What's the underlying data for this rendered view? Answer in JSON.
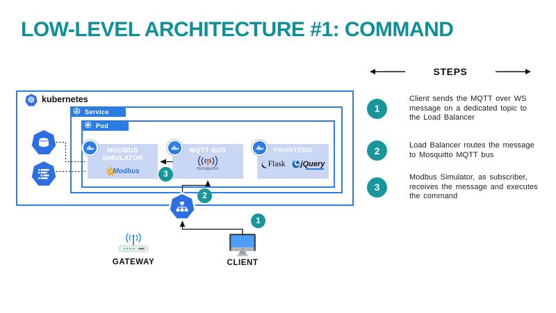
{
  "title": "LOW-LEVEL ARCHITECTURE #1: COMMAND",
  "colors": {
    "title_teal": "#0E9196",
    "step_teal": "#17969C",
    "border_blue": "#2B7DE3",
    "component_fill": "#C9D6F4",
    "kubernetes_blue": "#326CE5",
    "mosquitto_navy": "#3A4A6B",
    "mosquitto_orange": "#E87722",
    "modbus_text_blue": "#2E7BD6"
  },
  "diagram": {
    "cluster_label": "kubernetes",
    "service_label": "Service",
    "pod_label": "Pod",
    "containers": [
      {
        "title": "MODBUS SIMULATOR",
        "logo_text": "Modbus",
        "icon": "docker-whale-icon"
      },
      {
        "title": "MQTT BUS",
        "logo_text": "mosquitto",
        "icon": "docker-whale-icon"
      },
      {
        "title": "FRONTEND",
        "logo_texts": [
          "Flask",
          "jQuery"
        ],
        "icon": "docker-whale-icon"
      }
    ],
    "left_icons": [
      "database-heptagon-icon",
      "config-list-heptagon-icon"
    ],
    "load_balancer_icon": "load-balancer-heptagon-icon",
    "badges": [
      "1",
      "2",
      "3"
    ],
    "gateway_label": "GATEWAY",
    "client_label": "CLIENT"
  },
  "steps_panel": {
    "header": "STEPS",
    "items": [
      {
        "num": "1",
        "text": "Client sends the MQTT over WS message on a dedicated topic to the Load Balancer"
      },
      {
        "num": "2",
        "text": "Load Balancer routes the message to Mosquitto MQTT bus"
      },
      {
        "num": "3",
        "text": "Modbus Simulator, as subscriber, receives the message and executes the command"
      }
    ]
  }
}
